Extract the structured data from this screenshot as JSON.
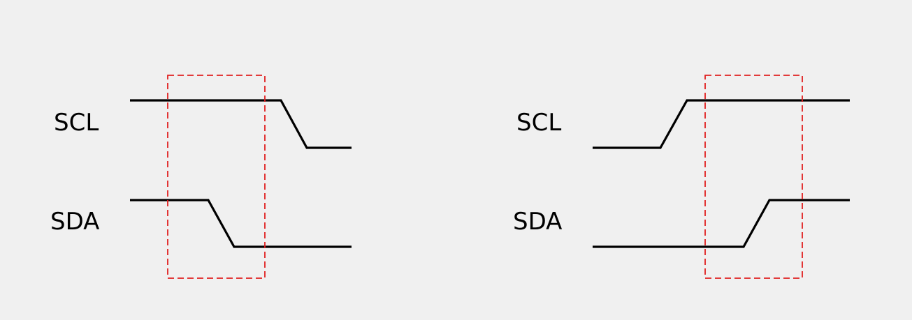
{
  "diagrams": [
    {
      "scl_label": "SCL",
      "sda_label": "SDA"
    },
    {
      "scl_label": "SCL",
      "sda_label": "SDA"
    }
  ],
  "colors": {
    "background": "#f0f0f0",
    "waveform": "#000000",
    "highlight_window": "#e02020"
  }
}
